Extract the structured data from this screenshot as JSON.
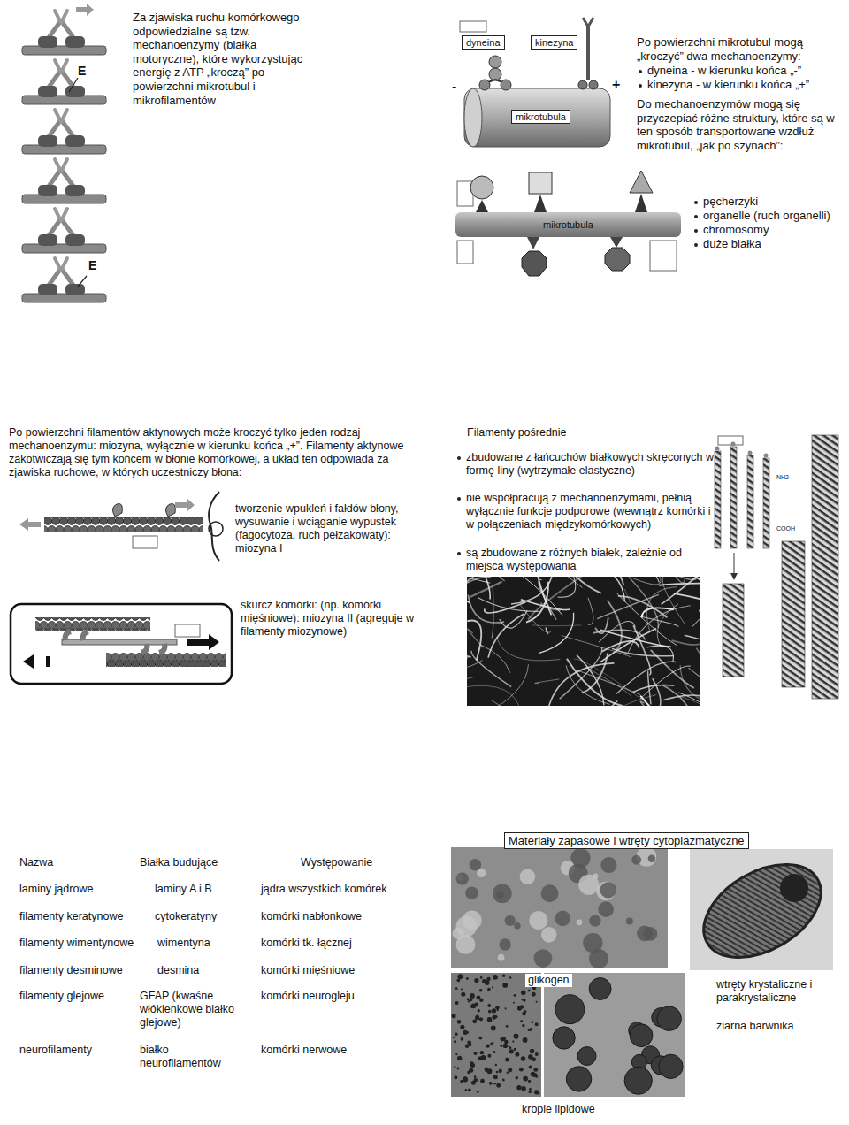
{
  "diagram": {
    "nodes": [
      {
        "text": [
          "dyneina"
        ]
      },
      {
        "text": [
          "kinezyna"
        ]
      },
      {
        "text": [
          "mikrotubula"
        ]
      },
      {
        "text": [
          "mikrotubula"
        ]
      },
      {
        "text": [
          "Materiały zapasowe i wtręty cytoplazmatyczne"
        ]
      }
    ],
    "labels": [
      "Za zjawiska ruchu komórkowego odpowiedzialne są tzw. mechanoenzymy (białka motoryczne), które wykorzystując energię z ATP „kroczą” po powierzchni mikrotubul i mikrofilamentów",
      "E",
      "-",
      "+",
      "Po powierzchni mikrotubul mogą „kroczyć” dwa mechanoenzymy:",
      "dyneina - w kierunku końca „-”",
      "kinezyna - w kierunku końca „+”",
      "Do mechanoenzymów mogą się przyczepiać różne struktury, które są w ten sposób transportowane wzdłuż mikrotubul, „jak po szynach”:",
      "pęcherzyki",
      "organelle (ruch organelli)",
      "chromosomy",
      "duże białka",
      "E",
      "Po powierzchni filamentów aktynowych może kroczyć tylko jeden rodzaj mechanoenzymu: miozyna, wyłącznie w kierunku końca „+”. Filamenty aktynowe zakotwiczają się tym końcem w błonie komórkowej, a układ ten odpowiada za zjawiska ruchowe, w których uczestniczy błona:",
      "tworzenie wpukleń i fałdów błony, wysuwanie i wciąganie wypustek (fagocytoza, ruch pełzakowaty): miozyna I",
      "Filamenty pośrednie",
      "zbudowane z łańcuchów białkowych skręconych w formę liny (wytrzymałe elastyczne)",
      "nie współpracują z mechanoenzymami, pełnią wyłącznie funkcje podporowe (wewnątrz komórki i w połączeniach międzykomórkowych)",
      "są zbudowane z różnych białek, zależnie od miejsca występowania",
      "NH2",
      "COOH",
      "skurcz komórki: (np. komórki mięśniowe): miozyna II (agreguje w filamenty miozynowe)",
      "Nazwa",
      "Białka budujące",
      "Występowanie",
      "laminy jądrowe",
      "laminy A i B",
      "jądra wszystkich komórek",
      "filamenty keratynowe",
      "cytokeratyny",
      "komórki nabłonkowe",
      "filamenty wimentynowe",
      "wimentyna",
      "komórki tk. łącznej",
      "filamenty desminowe",
      "desmina",
      "komórki mięśniowe",
      "filamenty glejowe",
      "GFAP (kwaśne włókienkowe białko glejowe)",
      "komórki neurogleju",
      "neurofilamenty",
      "białko neurofilamentów",
      "komórki nerwowe",
      "glikogen",
      "wtręty krystaliczne i parakrystaliczne",
      "ziarna barwnika",
      "krople lipidowe"
    ]
  }
}
